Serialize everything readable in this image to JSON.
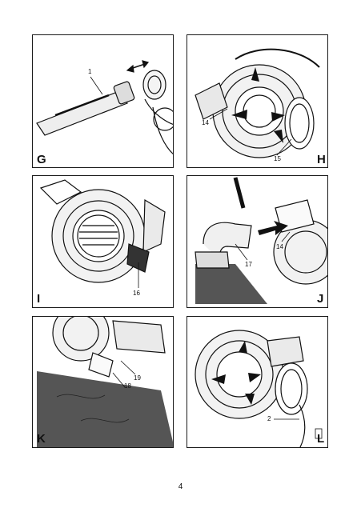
{
  "panels": [
    {
      "letter": "G",
      "callouts": [
        "1"
      ]
    },
    {
      "letter": "H",
      "callouts": [
        "14",
        "15"
      ]
    },
    {
      "letter": "I",
      "callouts": [
        "16"
      ]
    },
    {
      "letter": "J",
      "callouts": [
        "14",
        "17"
      ]
    },
    {
      "letter": "K",
      "callouts": [
        "18",
        "19"
      ]
    },
    {
      "letter": "L",
      "callouts": [
        "2"
      ]
    }
  ],
  "page_number": "4"
}
